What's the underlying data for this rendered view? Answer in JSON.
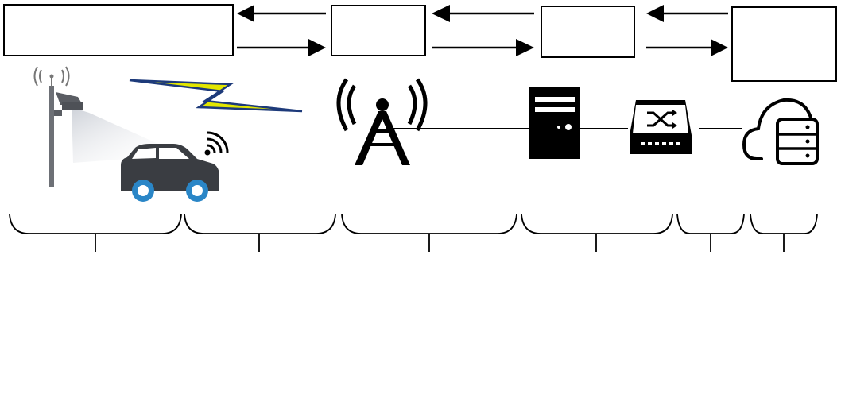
{
  "diagram": {
    "boxes": [
      {
        "id": "box-1",
        "label": ""
      },
      {
        "id": "box-2",
        "label": ""
      },
      {
        "id": "box-3",
        "label": ""
      },
      {
        "id": "box-4",
        "label": ""
      }
    ],
    "arrow_pairs": [
      {
        "id": "arrows-1-2",
        "top": "left",
        "bottom": "right"
      },
      {
        "id": "arrows-2-3",
        "top": "left",
        "bottom": "right"
      },
      {
        "id": "arrows-3-4",
        "top": "left",
        "bottom": "right"
      }
    ],
    "icons": [
      "street-lamp-camera-icon",
      "lightning-bolt-icon",
      "connected-car-icon",
      "wifi-signal-icon",
      "cell-tower-icon",
      "server-tower-icon",
      "network-switch-icon",
      "cloud-server-icon"
    ],
    "brace_labels": [
      "",
      "",
      "",
      "",
      "",
      ""
    ],
    "colors": {
      "line": "#000000",
      "bolt_fill": "#e2e600",
      "bolt_stroke": "#1d3a7a",
      "car_body": "#3a3d42",
      "wheel_rim": "#2a86c7",
      "camera_body": "#5a5d63"
    }
  }
}
